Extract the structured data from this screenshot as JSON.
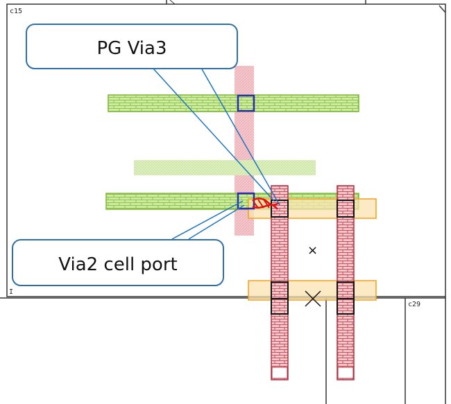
{
  "cells": {
    "top_left": "c15",
    "bottom_right": "c29",
    "small_mark": "I"
  },
  "callouts": {
    "pg_via3": "PG Via3",
    "via2_cell_port": "Via2 cell port"
  },
  "markers": {
    "center_cross": "×"
  },
  "colors": {
    "metal_green": "#8cc63f",
    "metal_red": "#c8505a",
    "metal_orange": "#f0a020",
    "via_blue": "#2a2ab0",
    "callout_border": "#2f6fa8",
    "callout_line": "#1e73be",
    "flag_red": "#e01010"
  }
}
